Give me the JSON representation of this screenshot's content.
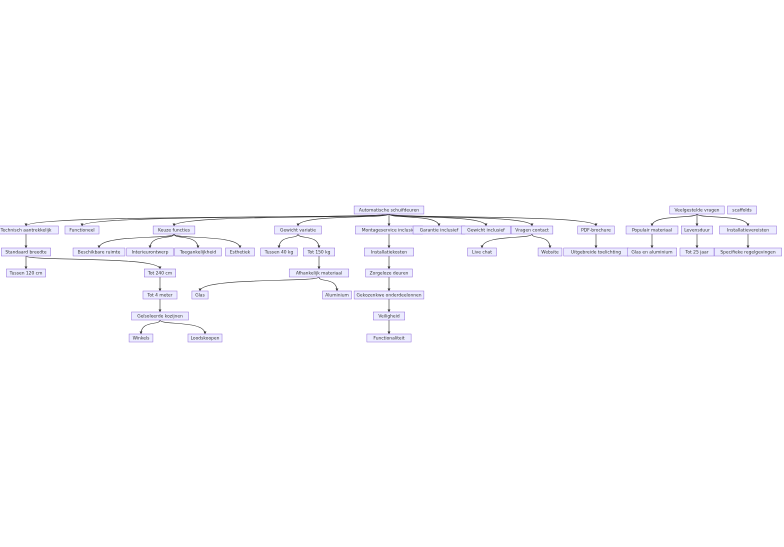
{
  "nodes": {
    "root": "Automatische schuifdeuren",
    "n1": "Technisch aantrekkelijk",
    "n1_1": "Standaard breedte",
    "n1_1_1": "Tussen 120 cm",
    "n1_1_2": "Tot 240 cm",
    "n1_1_2_1": "Tot 4 meter",
    "n1_1_2_1_1": "Geïsoleerde kozijnen",
    "n1_1_2_1_1_1": "Winkels",
    "n1_1_2_1_1_2": "Loodskoopen",
    "n2": "Functioneel",
    "n3": "Keuze functies",
    "n3_1": "Beschikbare ruimte",
    "n3_2": "Interieurontwerp",
    "n3_3": "Toegankelijkheid",
    "n3_4": "Esthetiek",
    "n4": "Gewicht variatie",
    "n4_1": "Tussen 40 kg",
    "n4_2": "Tot 150 kg",
    "n4_2_1": "Afhankelijk materiaal",
    "n4_2_1_1": "Glas",
    "n4_2_1_2": "Aluminium",
    "n5": "Montageservice inclusief",
    "n5_1": "Installatiekosten",
    "n5_1_1": "Zorgeloze deuren",
    "n5_1_1_1": "Gekozenkwe onderdeelonnen",
    "n5_1_1_1_1": "Veiligheid",
    "n5_1_1_1_1_1": "Functionaliteit",
    "n6": "Garantie inclusief",
    "n7": "Gewicht inclusief",
    "n8": "Vragen contact",
    "n8_1": "Live chat",
    "n8_2": "Website",
    "n9": "PDF-brochure",
    "n9_1": "Uitgebreide toelichting",
    "q": "Veelgestelde vragen",
    "q1": "Populair materiaal",
    "q1_1": "Glas en aluminium",
    "q2": "Levensduur",
    "q2_1": "Tot 25 jaar",
    "q3": "Installatievereisten",
    "q3_1": "Specifieke regelgevingen",
    "misc": "scaffolds"
  },
  "colors": {
    "node_fill": "#ECECFF",
    "node_stroke": "#9370DB",
    "edge": "#333333",
    "text": "#333333"
  }
}
